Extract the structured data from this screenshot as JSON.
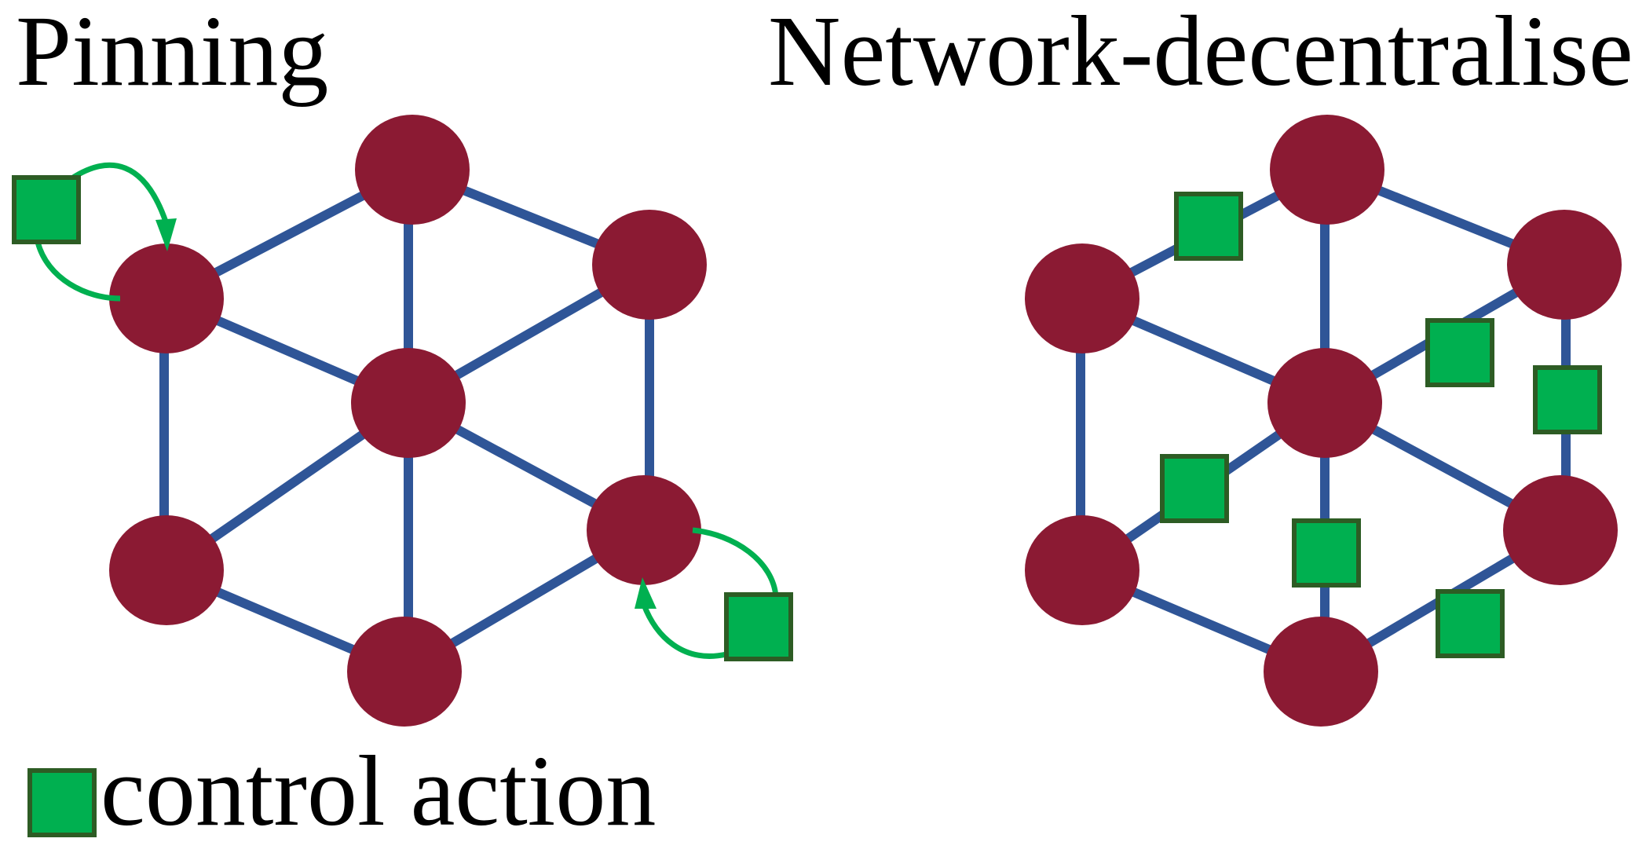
{
  "panels": [
    {
      "title": "Pinning"
    },
    {
      "title": "Network-decentralised"
    }
  ],
  "legend": {
    "label": "control action",
    "colors": {
      "node": "#8b1a33",
      "edge": "#2f5597",
      "control_fill": "#00b050",
      "control_border": "#2d5c24"
    }
  }
}
